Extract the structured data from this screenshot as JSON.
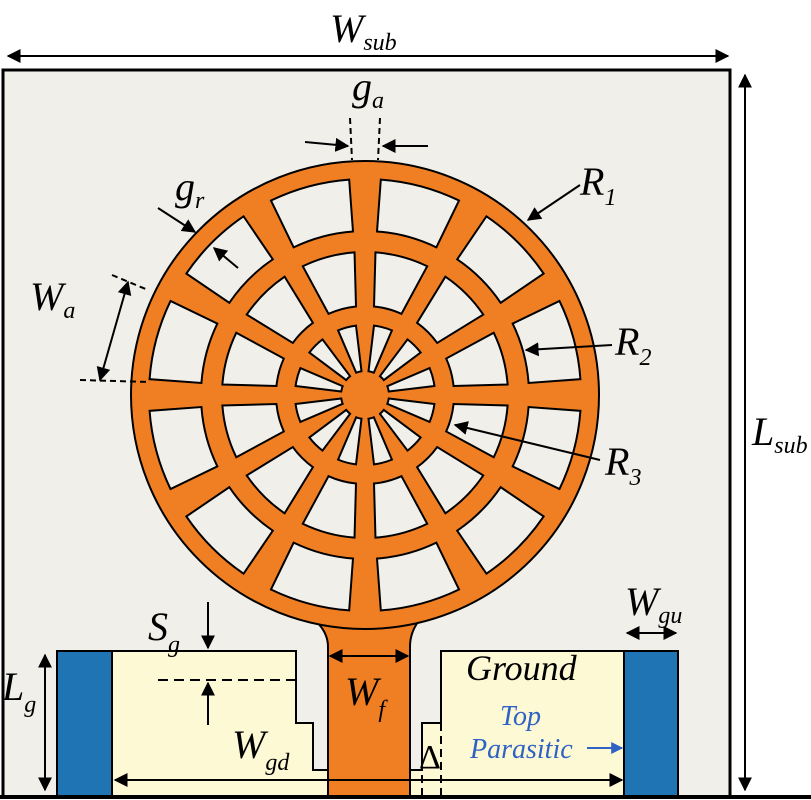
{
  "colors": {
    "substrate": "#f0efea",
    "patch": "#f07f24",
    "ground": "#fdf9d4",
    "parasitic": "#1f74b4",
    "annotation": "#2f62c4"
  },
  "labels": {
    "w_sub": {
      "main": "W",
      "sub": "sub"
    },
    "l_sub": {
      "main": "L",
      "sub": "sub"
    },
    "g_a": {
      "main": "g",
      "sub": "a"
    },
    "g_r": {
      "main": "g",
      "sub": "r"
    },
    "w_a": {
      "main": "W",
      "sub": "a"
    },
    "r1": {
      "main": "R",
      "sub": "1"
    },
    "r2": {
      "main": "R",
      "sub": "2"
    },
    "r3": {
      "main": "R",
      "sub": "3"
    },
    "s_g": {
      "main": "S",
      "sub": "g"
    },
    "w_gu": {
      "main": "W",
      "sub": "gu"
    },
    "l_g": {
      "main": "L",
      "sub": "g"
    },
    "w_f": {
      "main": "W",
      "sub": "f"
    },
    "w_gd": {
      "main": "W",
      "sub": "gd"
    },
    "delta": "Δ",
    "ground": "Ground",
    "top": "Top",
    "parasitic": "Parasitic"
  }
}
